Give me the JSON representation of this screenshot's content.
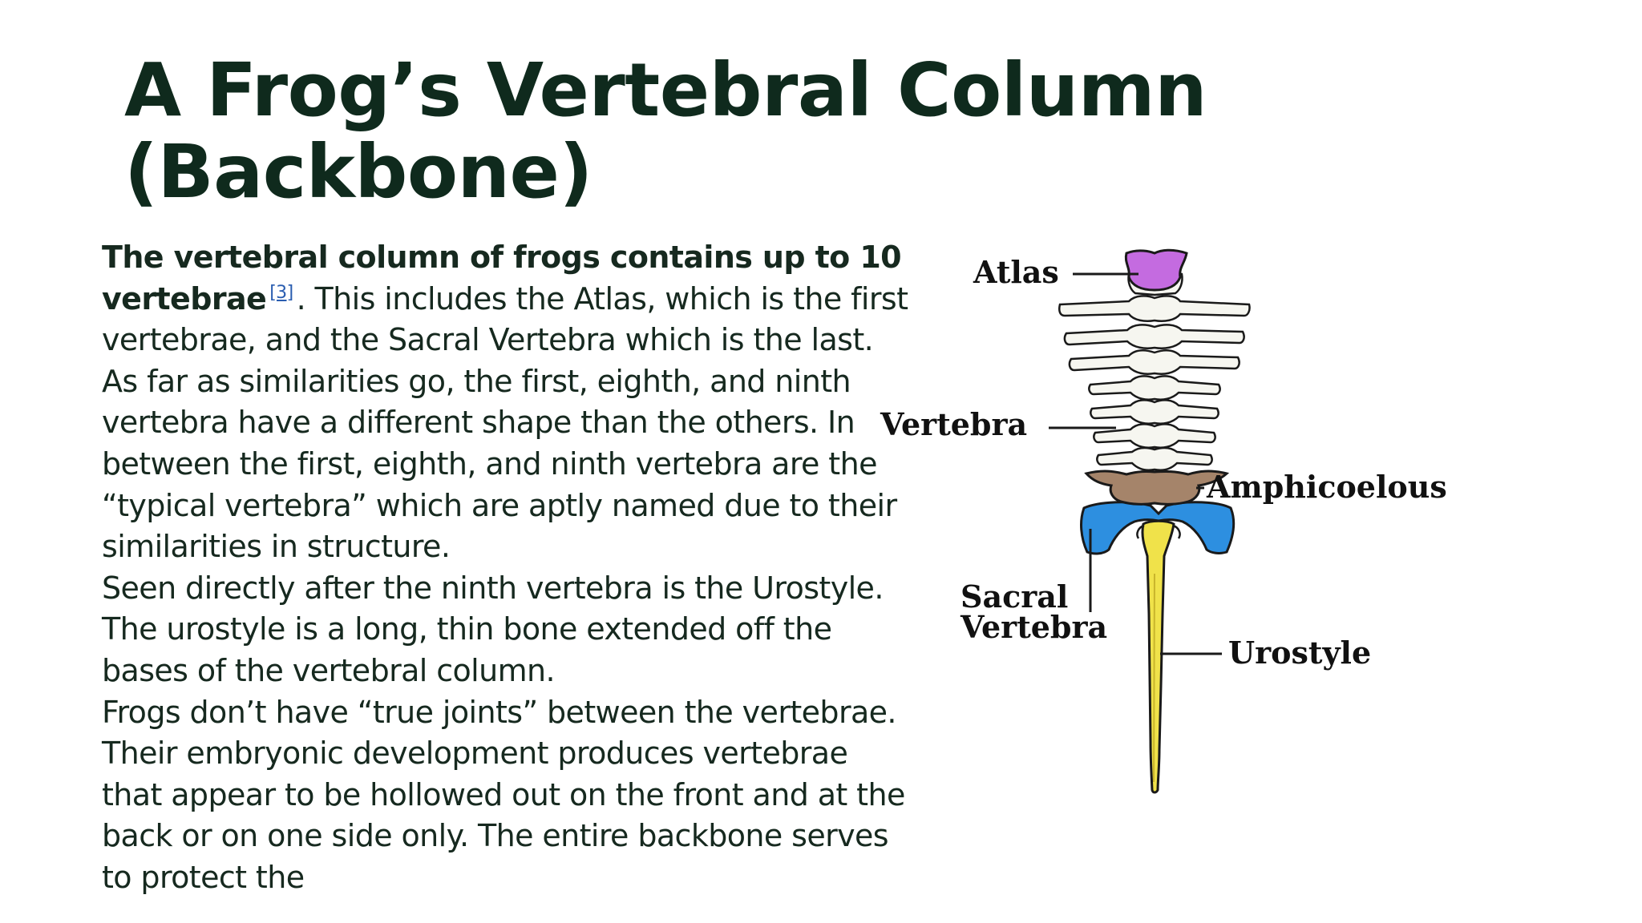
{
  "slide": {
    "title": "A Frog’s Vertebral Column (Backbone)",
    "intro_bold": "The vertebral column of frogs contains up to 10 vertebrae",
    "ref_label": "[3]",
    "intro_rest": ". This includes the Atlas, which is the first vertebrae, and the Sacral Vertebra which is the last.",
    "paragraph_2": "As far as similarities go, the first, eighth, and ninth vertebra have a different shape than the others. In between the first, eighth, and ninth vertebra are the “typical vertebra” which are aptly named due to their similarities in structure.",
    "paragraph_3": "Seen directly after the ninth vertebra is the Urostyle. The urostyle is a long, thin bone extended off the bases of the vertebral column.",
    "paragraph_4": "Frogs don’t have “true joints” between the vertebrae. Their embryonic development produces vertebrae that appear to be hollowed out on the front and at the back or on one side only. The entire backbone serves to protect the"
  },
  "diagram": {
    "labels": {
      "atlas": "Atlas",
      "vertebra": "Vertebra",
      "amphicoelous": "Amphicoelous",
      "sacral_line1": "Sacral",
      "sacral_line2": "Vertebra",
      "urostyle": "Urostyle"
    },
    "colors": {
      "atlas": "#c46be0",
      "amphicoelous": "#a5846a",
      "sacral": "#2d8fe0",
      "urostyle": "#f0e24a",
      "bone": "#f6f6f0",
      "outline": "#1a1a1a"
    }
  },
  "theme": {
    "title_color": "#0f2a1d",
    "text_color": "#16291f",
    "link_color": "#2a5db0"
  }
}
